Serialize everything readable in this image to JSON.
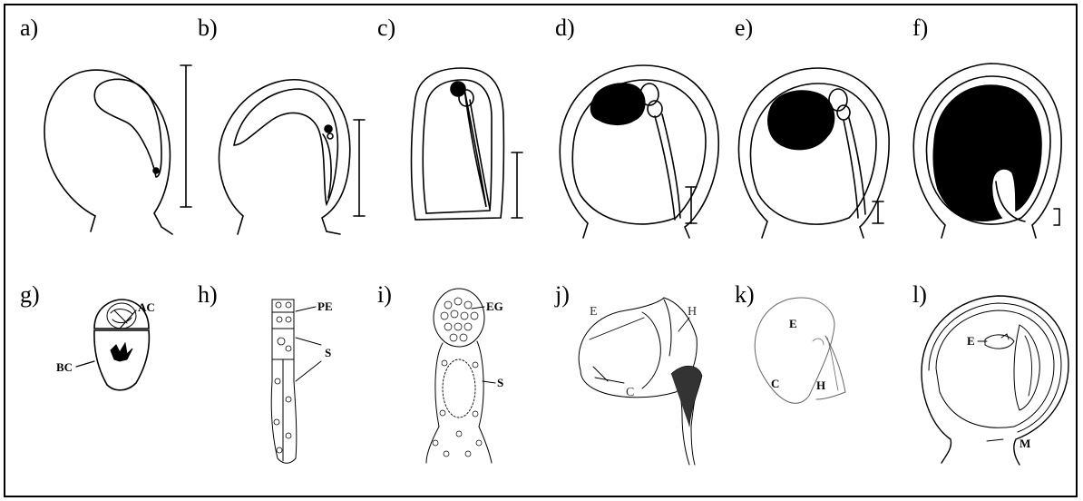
{
  "panels": {
    "a": {
      "label": "a)"
    },
    "b": {
      "label": "b)"
    },
    "c": {
      "label": "c)"
    },
    "d": {
      "label": "d)"
    },
    "e": {
      "label": "e)"
    },
    "f": {
      "label": "f)"
    },
    "g": {
      "label": "g)",
      "annotations": {
        "ac": "AC",
        "bc": "BC"
      }
    },
    "h": {
      "label": "h)",
      "annotations": {
        "pe": "PE",
        "s": "S"
      }
    },
    "i": {
      "label": "i)",
      "annotations": {
        "eg": "EG",
        "s": "S"
      }
    },
    "j": {
      "label": "j)",
      "annotations": {
        "e": "E",
        "h": "H",
        "c": "C"
      }
    },
    "k": {
      "label": "k)",
      "annotations": {
        "e": "E",
        "c": "C",
        "h": "H"
      }
    },
    "l": {
      "label": "l)",
      "annotations": {
        "e": "E",
        "m": "M"
      }
    }
  },
  "colors": {
    "line": "#000000",
    "fill": "#000000",
    "background": "#ffffff"
  }
}
